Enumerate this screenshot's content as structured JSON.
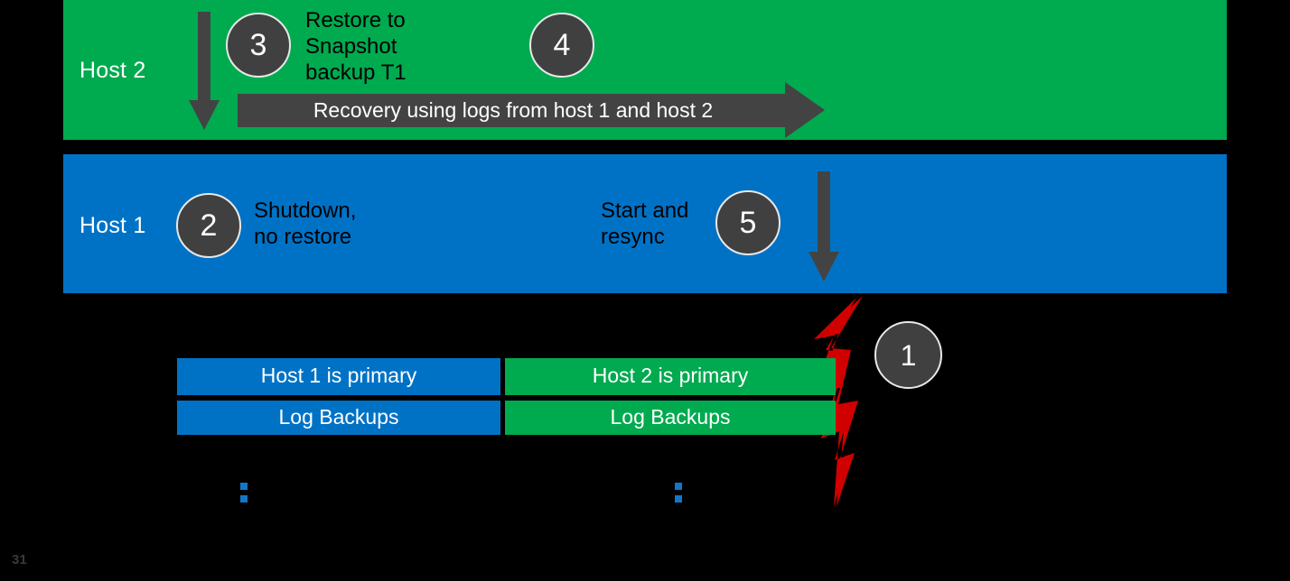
{
  "slide": {
    "page_number": "31",
    "background_color": "#000000"
  },
  "colors": {
    "host2_green": "#00AA4F",
    "host1_blue": "#0072C6",
    "step_circle_fill": "#404040",
    "step_circle_ring": "#E8E8E8",
    "arrow_grey": "#434343",
    "lightning_red": "#D10000",
    "tick_blue": "#1277C8",
    "page_number_grey": "#3A3A3A"
  },
  "bands": {
    "host2": {
      "label": "Host 2",
      "color": "#00AA4F"
    },
    "host1": {
      "label": "Host 1",
      "color": "#0072C6"
    }
  },
  "steps": {
    "one": {
      "number": "1"
    },
    "two": {
      "number": "2",
      "caption": "Shutdown,\nno restore"
    },
    "three": {
      "number": "3",
      "caption": "Restore to\nSnapshot\nbackup T1"
    },
    "four": {
      "number": "4"
    },
    "five": {
      "number": "5",
      "caption": "Start and\nresync"
    }
  },
  "recovery": {
    "label": "Recovery using logs from host 1 and host 2"
  },
  "legend": {
    "host1_primary": "Host 1 is primary",
    "host2_primary": "Host 2 is primary",
    "host1_logs": "Log Backups",
    "host2_logs": "Log Backups"
  },
  "icons": {
    "down_arrow_host2": "down-arrow-icon",
    "down_arrow_host1": "down-arrow-icon",
    "recovery_right_arrow": "right-arrow-icon",
    "failure_bolt": "lightning-bolt-icon",
    "tick_left": "colon-tick-icon",
    "tick_right": "colon-tick-icon"
  }
}
